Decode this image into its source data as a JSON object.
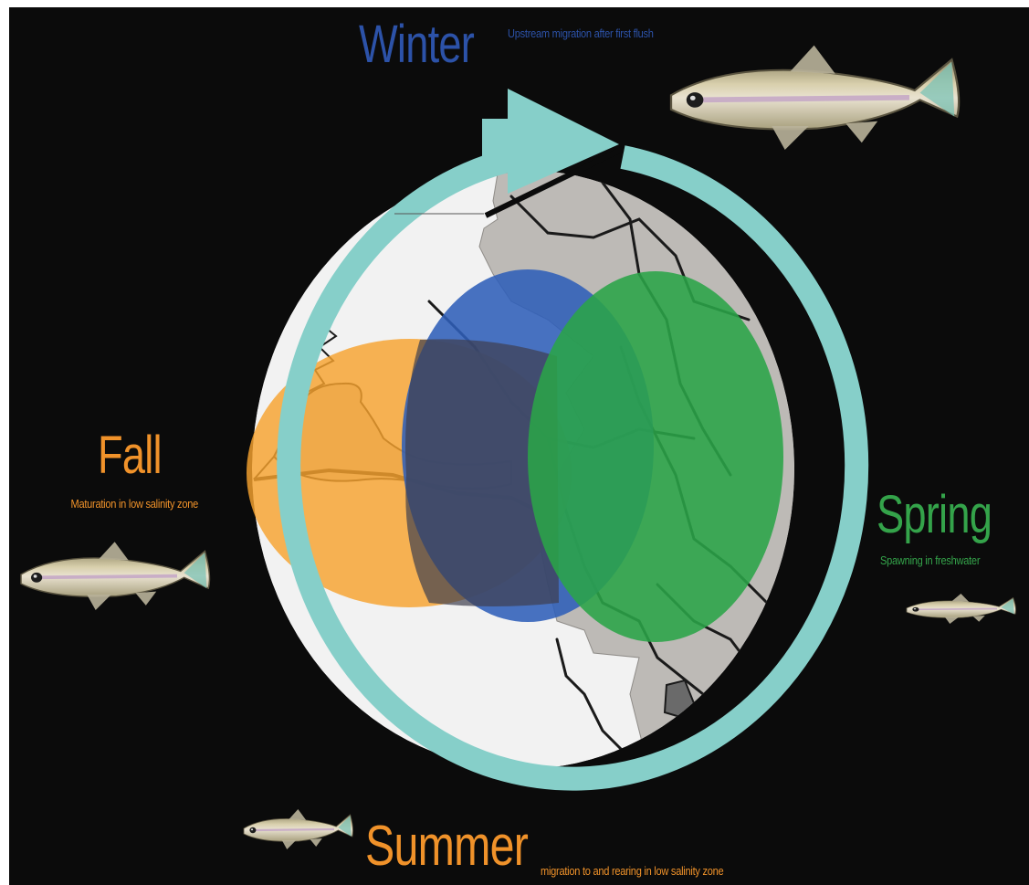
{
  "seasons": {
    "winter": {
      "title": "Winter",
      "description": "Upstream migration after first flush",
      "color": "#2c52a8"
    },
    "spring": {
      "title": "Spring",
      "description": "Spawning in freshwater",
      "color": "#34a34a"
    },
    "summer": {
      "title": "Summer",
      "description": "migration to and rearing in low salinity zone",
      "color": "#f0922a"
    },
    "fall": {
      "title": "Fall",
      "description": "Maturation in low salinity zone",
      "color": "#f0922a"
    }
  },
  "colors": {
    "background": "#0b0b0b",
    "cycle_ring": "#86cfc9",
    "map_water": "#f2f2f2",
    "map_land": "#bdbab6",
    "river_lines": "#1a1a1a",
    "fall_range": "#f6a22e",
    "winter_range": "#2f5eb8",
    "spring_range": "#2aa448",
    "fish_body": "#c6bd9a"
  },
  "icons": [
    "cycle-arrow-icon",
    "fish-icon"
  ]
}
